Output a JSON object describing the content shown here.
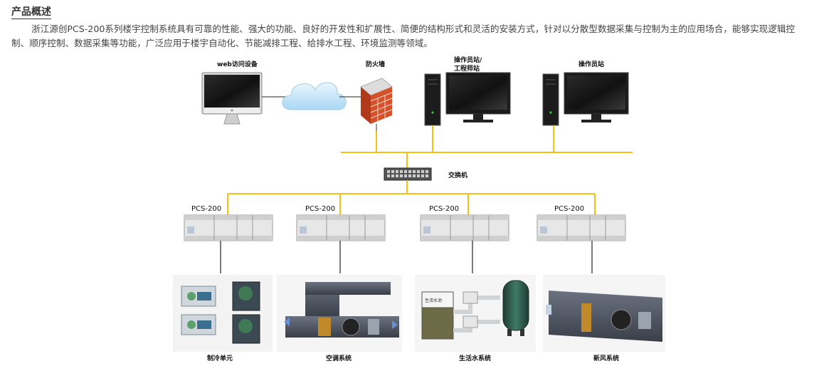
{
  "section": {
    "title": "产品概述",
    "description": "浙江源创PCS-200系列楼宇控制系统具有可靠的性能、强大的功能、良好的开发性和扩展性、简便的结构形式和灵活的安装方式，针对以分散型数据采集与控制为主的应用场合，能够实现逻辑控制、顺序控制、数据采集等功能，广泛应用于楼宇自动化、节能减排工程、给排水工程、环境监测等领域。"
  },
  "diagram": {
    "top_labels": {
      "web": "web访问设备",
      "firewall": "防火墙",
      "engineer_1": "操作员站/",
      "engineer_2": "工程师站",
      "operator": "操作员站"
    },
    "switch_label": "交换机",
    "controller_label": "PCS-200",
    "subsystems": [
      "制冷单元",
      "空调系统",
      "生活水系统",
      "新风系统"
    ],
    "tank_label": "生活水池",
    "bus_color": "#f5c211"
  }
}
